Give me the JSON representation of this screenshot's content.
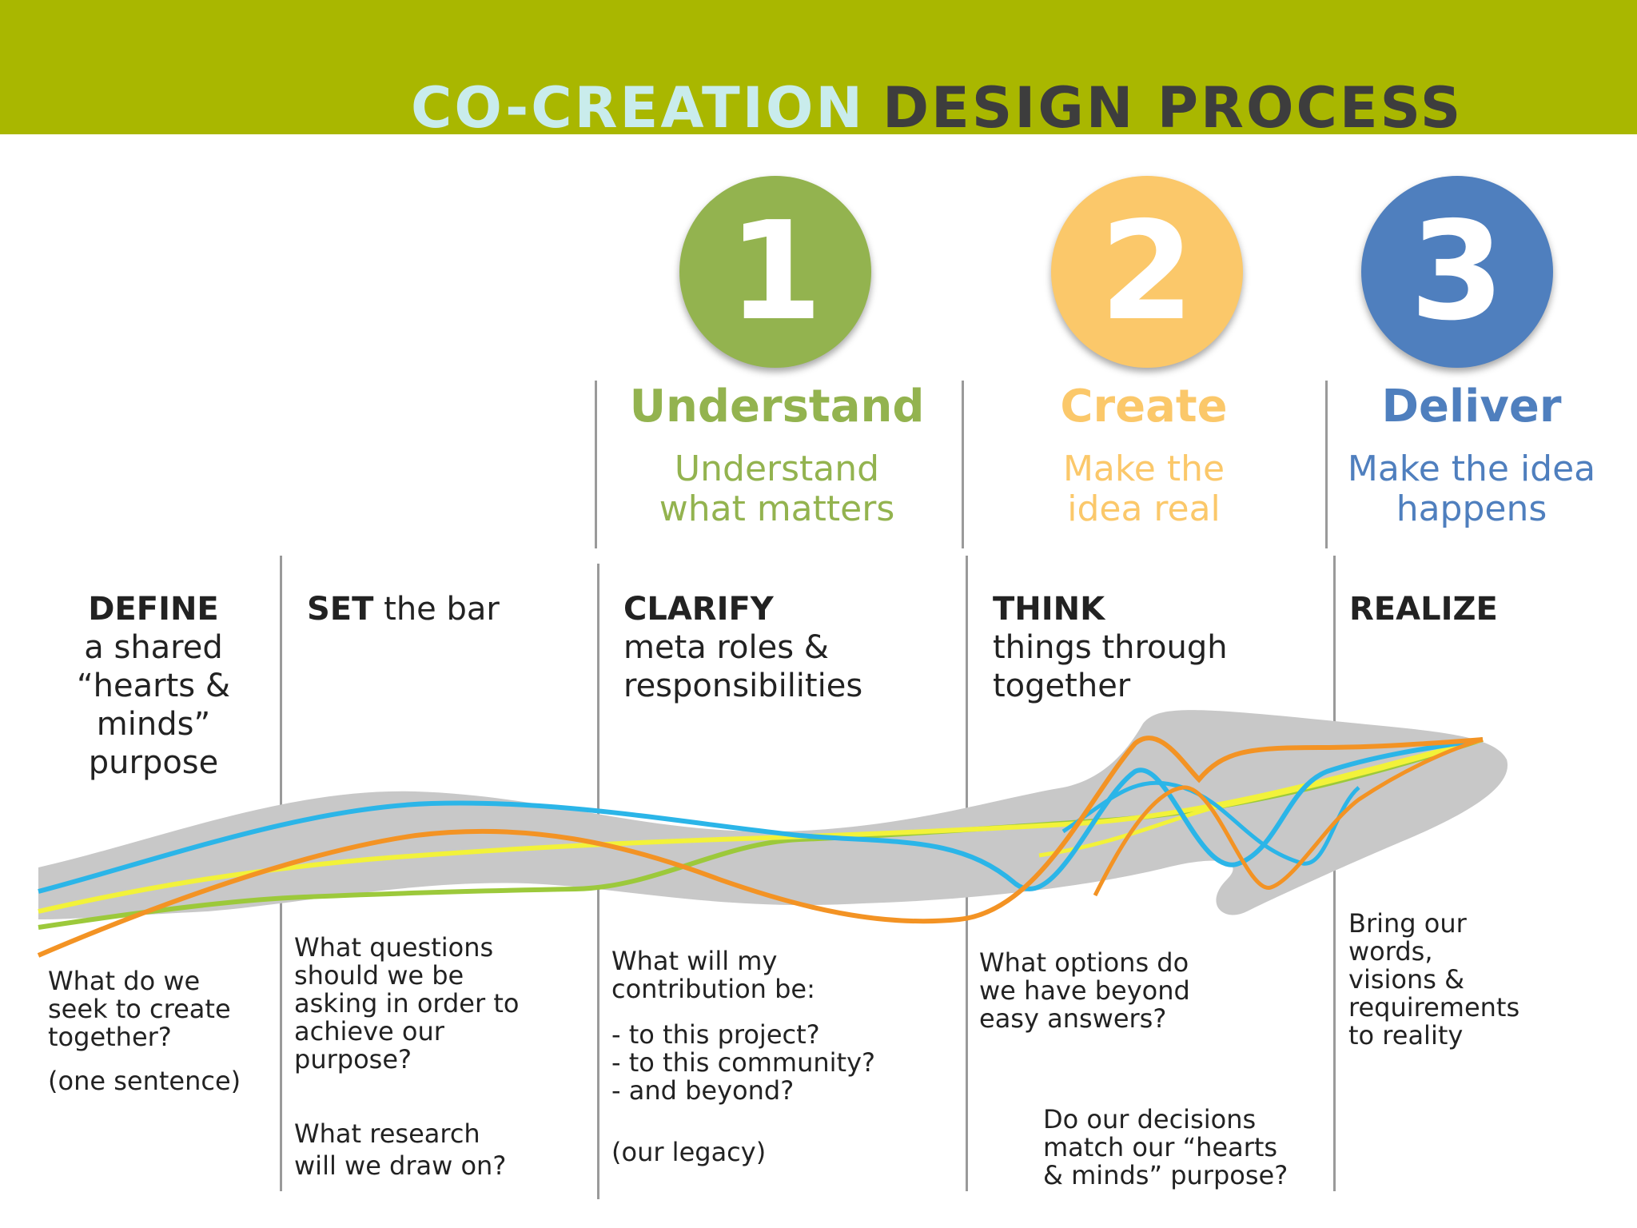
{
  "header": {
    "title_part1": "CO-CREATION",
    "title_part2": "DESIGN PROCESS"
  },
  "colors": {
    "banner": "#a9b700",
    "understand": "#93b34f",
    "create": "#fbc86a",
    "deliver": "#4f7fbe",
    "flow_band": "#c8c8c8",
    "line_blue": "#2bb5e8",
    "line_orange": "#f39324",
    "line_yellow": "#f2f23a",
    "line_green": "#9cc93b"
  },
  "phases": [
    {
      "number": "1",
      "title": "Understand",
      "subtitle": [
        "Understand",
        "what matters"
      ]
    },
    {
      "number": "2",
      "title": "Create",
      "subtitle": [
        "Make the",
        "idea real"
      ]
    },
    {
      "number": "3",
      "title": "Deliver",
      "subtitle": [
        "Make the idea",
        "happens"
      ]
    }
  ],
  "steps": [
    {
      "heading_bold": "DEFINE",
      "heading_rest": [
        "a shared",
        "“hearts &",
        "minds”",
        "purpose"
      ],
      "questions": [
        "What do we",
        "seek to create",
        "together?"
      ],
      "note": "(one sentence)"
    },
    {
      "heading_bold": "SET",
      "heading_rest": [
        "the bar"
      ],
      "questions": [
        "What questions",
        "should we be",
        "asking in order to",
        "achieve our",
        "purpose?"
      ],
      "questions2": [
        "What research",
        "will we draw on?"
      ]
    },
    {
      "heading_bold": "CLARIFY",
      "heading_rest": [
        "meta roles &",
        "responsibilities"
      ],
      "questions": [
        "What will my",
        "contribution be:"
      ],
      "list": [
        "- to this project?",
        "- to this community?",
        "- and beyond?"
      ],
      "note": "(our legacy)"
    },
    {
      "heading_bold": "THINK",
      "heading_rest": [
        "things through",
        "together"
      ],
      "questions": [
        "What options do",
        "we have beyond",
        "easy answers?"
      ],
      "questions2": [
        "Do our decisions",
        "match our “hearts",
        "& minds” purpose?"
      ]
    },
    {
      "heading_bold": "REALIZE",
      "heading_rest": [],
      "questions": [
        "Bring our",
        "words,",
        "visions &",
        "requirements",
        "to reality"
      ]
    }
  ]
}
